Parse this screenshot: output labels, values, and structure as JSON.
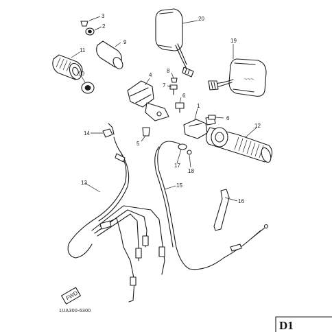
{
  "diagram": {
    "callouts": [
      {
        "id": "c1",
        "text": "1"
      },
      {
        "id": "c2",
        "text": "2"
      },
      {
        "id": "c3",
        "text": "3"
      },
      {
        "id": "c4",
        "text": "4"
      },
      {
        "id": "c5",
        "text": "5"
      },
      {
        "id": "c6a",
        "text": "6"
      },
      {
        "id": "c6b",
        "text": "6"
      },
      {
        "id": "c7",
        "text": "7"
      },
      {
        "id": "c8",
        "text": "8"
      },
      {
        "id": "c9",
        "text": "9"
      },
      {
        "id": "c10",
        "text": "10"
      },
      {
        "id": "c11",
        "text": "11"
      },
      {
        "id": "c12",
        "text": "12"
      },
      {
        "id": "c13",
        "text": "13"
      },
      {
        "id": "c14",
        "text": "14"
      },
      {
        "id": "c15",
        "text": "15"
      },
      {
        "id": "c16",
        "text": "16"
      },
      {
        "id": "c17",
        "text": "17"
      },
      {
        "id": "c18",
        "text": "18"
      },
      {
        "id": "c19",
        "text": "19"
      },
      {
        "id": "c20",
        "text": "20"
      }
    ],
    "drawing_code": "1UA300-6300",
    "page_id": "D1",
    "badge_text": "FWD"
  }
}
